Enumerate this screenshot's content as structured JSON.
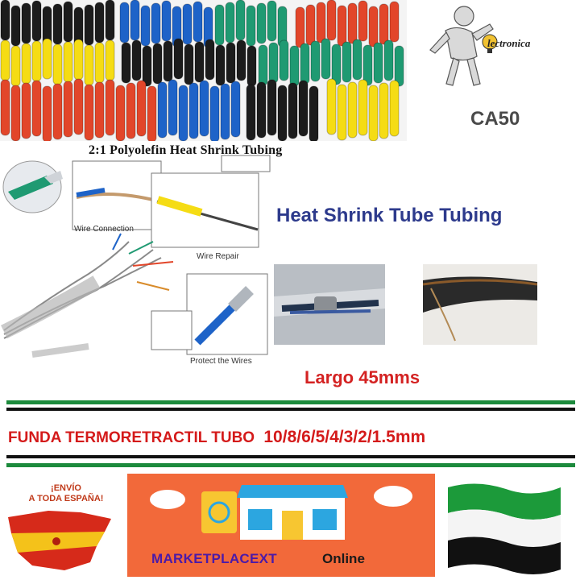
{
  "hero": {
    "caption": "2:1 Polyolefin Heat Shrink Tubing",
    "colors": {
      "black": "#1c1c1c",
      "blue": "#1e63c8",
      "green": "#1f9a72",
      "red": "#e2462a",
      "yellow": "#f5dc14"
    }
  },
  "brand": {
    "logo_text": "lectronica",
    "code": "CA50"
  },
  "diagrams": {
    "wire_connection_label": "Wire Connection",
    "wire_repair_label": "Wire Repair",
    "protect_label": "Protect the Wires"
  },
  "headline": "Heat Shrink Tube Tubing",
  "length_text": "Largo 45mms",
  "title": {
    "main": "FUNDA TERMORETRACTIL TUBO",
    "sizes": "10/8/6/5/4/3/2/1.5mm"
  },
  "shipping": {
    "line1": "¡ENVÍO",
    "line2": "A TODA ESPAÑA!"
  },
  "marketplace": {
    "name": "MARKETPLACEXT",
    "tag": "Online"
  },
  "accent_colors": {
    "stripe_green": "#1c8a3c",
    "stripe_black": "#111111",
    "title_red": "#d41a1a",
    "headline_blue": "#2d3a8c"
  }
}
